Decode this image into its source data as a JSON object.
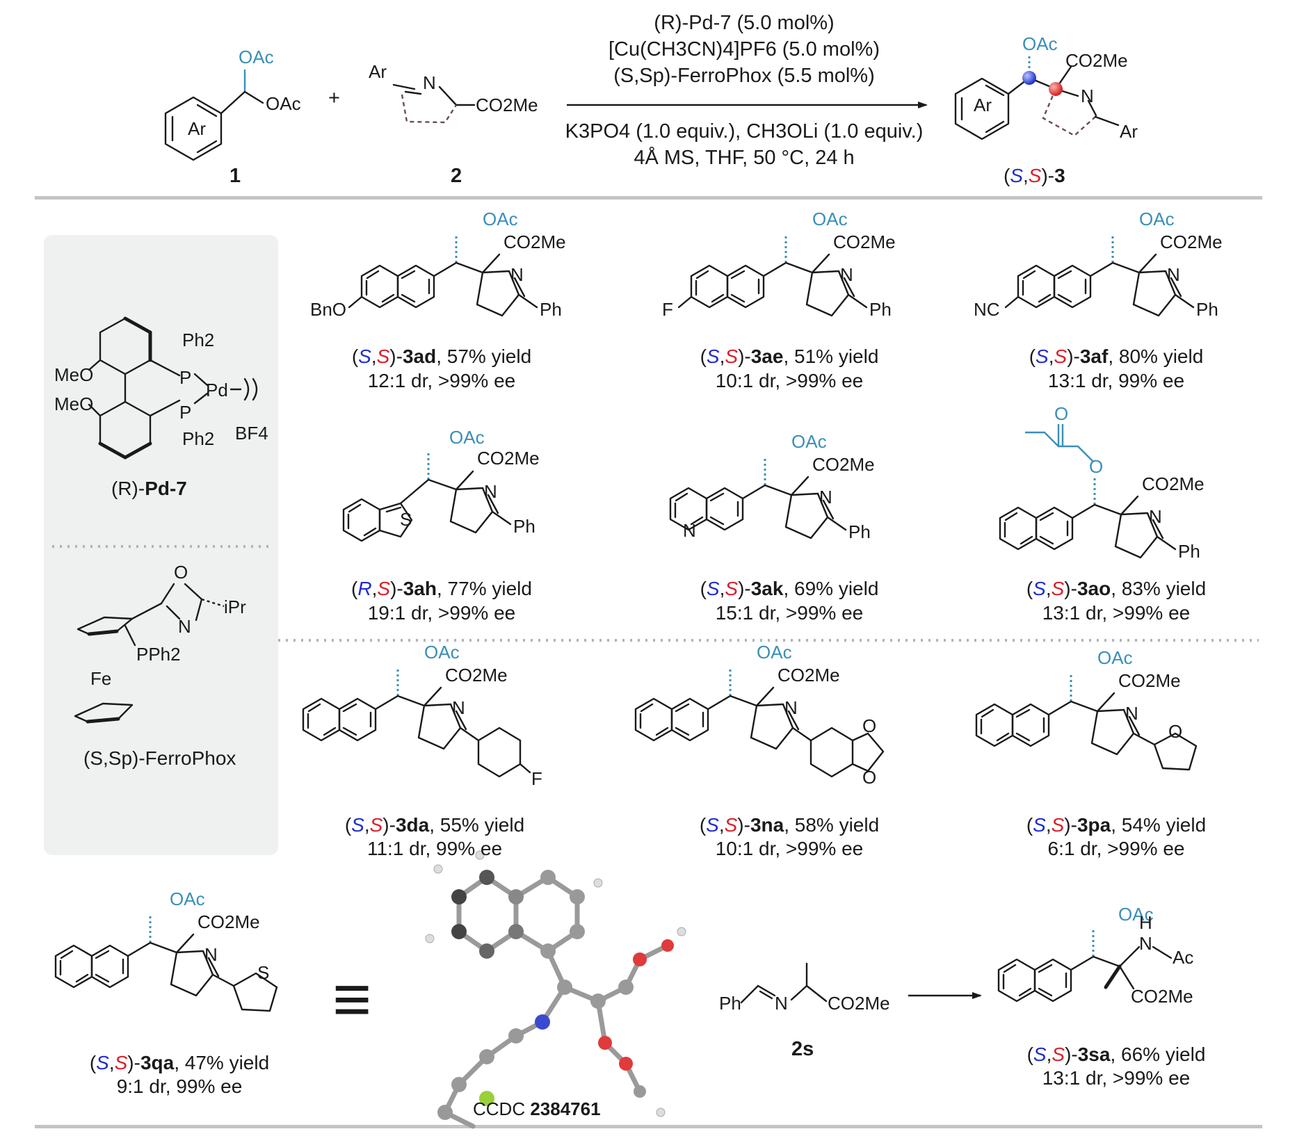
{
  "header": {
    "reactant1": {
      "ring": "Ar",
      "group_top": "OAc",
      "group_side": "OAc",
      "number": "1"
    },
    "plus": "+",
    "reactant2": {
      "ar": "Ar",
      "n": "N",
      "group": "CO2Me",
      "number": "2"
    },
    "conditions_above": [
      "(R)-Pd-7 (5.0 mol%)",
      "[Cu(CH3CN)4]PF6 (5.0 mol%)",
      "(S,Sp)-FerroPhox (5.5 mol%)"
    ],
    "conditions_below": [
      "K3PO4 (1.0 equiv.), CH3OLi (1.0 equiv.)",
      "4Å MS, THF, 50 °C, 24 h"
    ],
    "product": {
      "ring": "Ar",
      "oac": "OAc",
      "group": "CO2Me",
      "n": "N",
      "ar": "Ar",
      "label_prefix": "(",
      "label_s1": "S",
      "label_sep": ",",
      "label_s2": "S",
      "label_suffix": ")-",
      "label_num": "3"
    }
  },
  "sidebar": {
    "pd7": {
      "ph2_top": "Ph2",
      "ph2_bottom": "Ph2",
      "p": "P",
      "pd": "Pd",
      "meo": "MeO",
      "bf4": "BF4",
      "name_prefix": "(R)-",
      "name": "Pd-7"
    },
    "ferrophox": {
      "o": "O",
      "n": "N",
      "ipr": "iPr",
      "pph2": "PPh2",
      "fe": "Fe",
      "name": "(S,Sp)-FerroPhox"
    }
  },
  "common": {
    "oac": "OAc",
    "co2me": "CO2Me",
    "n": "N",
    "ph": "Ph",
    "s": "S",
    "o": "O",
    "f": "F"
  },
  "compounds": [
    {
      "id": "3ad",
      "c1": "S",
      "c2": "S",
      "yield": "57% yield",
      "sel": "12:1 dr, >99% ee",
      "sub": "BnO"
    },
    {
      "id": "3ae",
      "c1": "S",
      "c2": "S",
      "yield": "51% yield",
      "sel": "10:1 dr, >99% ee",
      "sub": "F"
    },
    {
      "id": "3af",
      "c1": "S",
      "c2": "S",
      "yield": "80% yield",
      "sel": "13:1 dr, 99% ee",
      "sub": "NC"
    },
    {
      "id": "3ah",
      "c1": "R",
      "c2": "S",
      "yield": "77% yield",
      "sel": "19:1 dr, >99% ee"
    },
    {
      "id": "3ak",
      "c1": "S",
      "c2": "S",
      "yield": "69% yield",
      "sel": "15:1 dr, >99% ee"
    },
    {
      "id": "3ao",
      "c1": "S",
      "c2": "S",
      "yield": "83% yield",
      "sel": "13:1 dr, >99% ee"
    },
    {
      "id": "3da",
      "c1": "S",
      "c2": "S",
      "yield": "55% yield",
      "sel": "11:1 dr, 99% ee"
    },
    {
      "id": "3na",
      "c1": "S",
      "c2": "S",
      "yield": "58% yield",
      "sel": "10:1 dr, >99% ee"
    },
    {
      "id": "3pa",
      "c1": "S",
      "c2": "S",
      "yield": "54% yield",
      "sel": "6:1 dr, >99% ee"
    },
    {
      "id": "3qa",
      "c1": "S",
      "c2": "S",
      "yield": "47% yield",
      "sel": "9:1 dr, 99% ee"
    },
    {
      "id": "3sa",
      "c1": "S",
      "c2": "S",
      "yield": "66% yield",
      "sel": "13:1 dr, >99% ee"
    }
  ],
  "crystal": {
    "prefix": "CCDC",
    "number": "2384761"
  },
  "reagent2s": {
    "ph": "Ph",
    "n": "N",
    "co2me": "CO2Me",
    "label": "2s"
  },
  "product3sa": {
    "h": "H",
    "n": "N",
    "ac": "Ac",
    "oac": "OAc",
    "co2me": "CO2Me"
  },
  "equiv_symbol": "≡",
  "colors": {
    "oac": "#3a8fb7",
    "s_blue": "#1f2ccf",
    "s_red": "#d9202a",
    "rule": "#c4c4c4",
    "panel": "#eef1f0"
  }
}
